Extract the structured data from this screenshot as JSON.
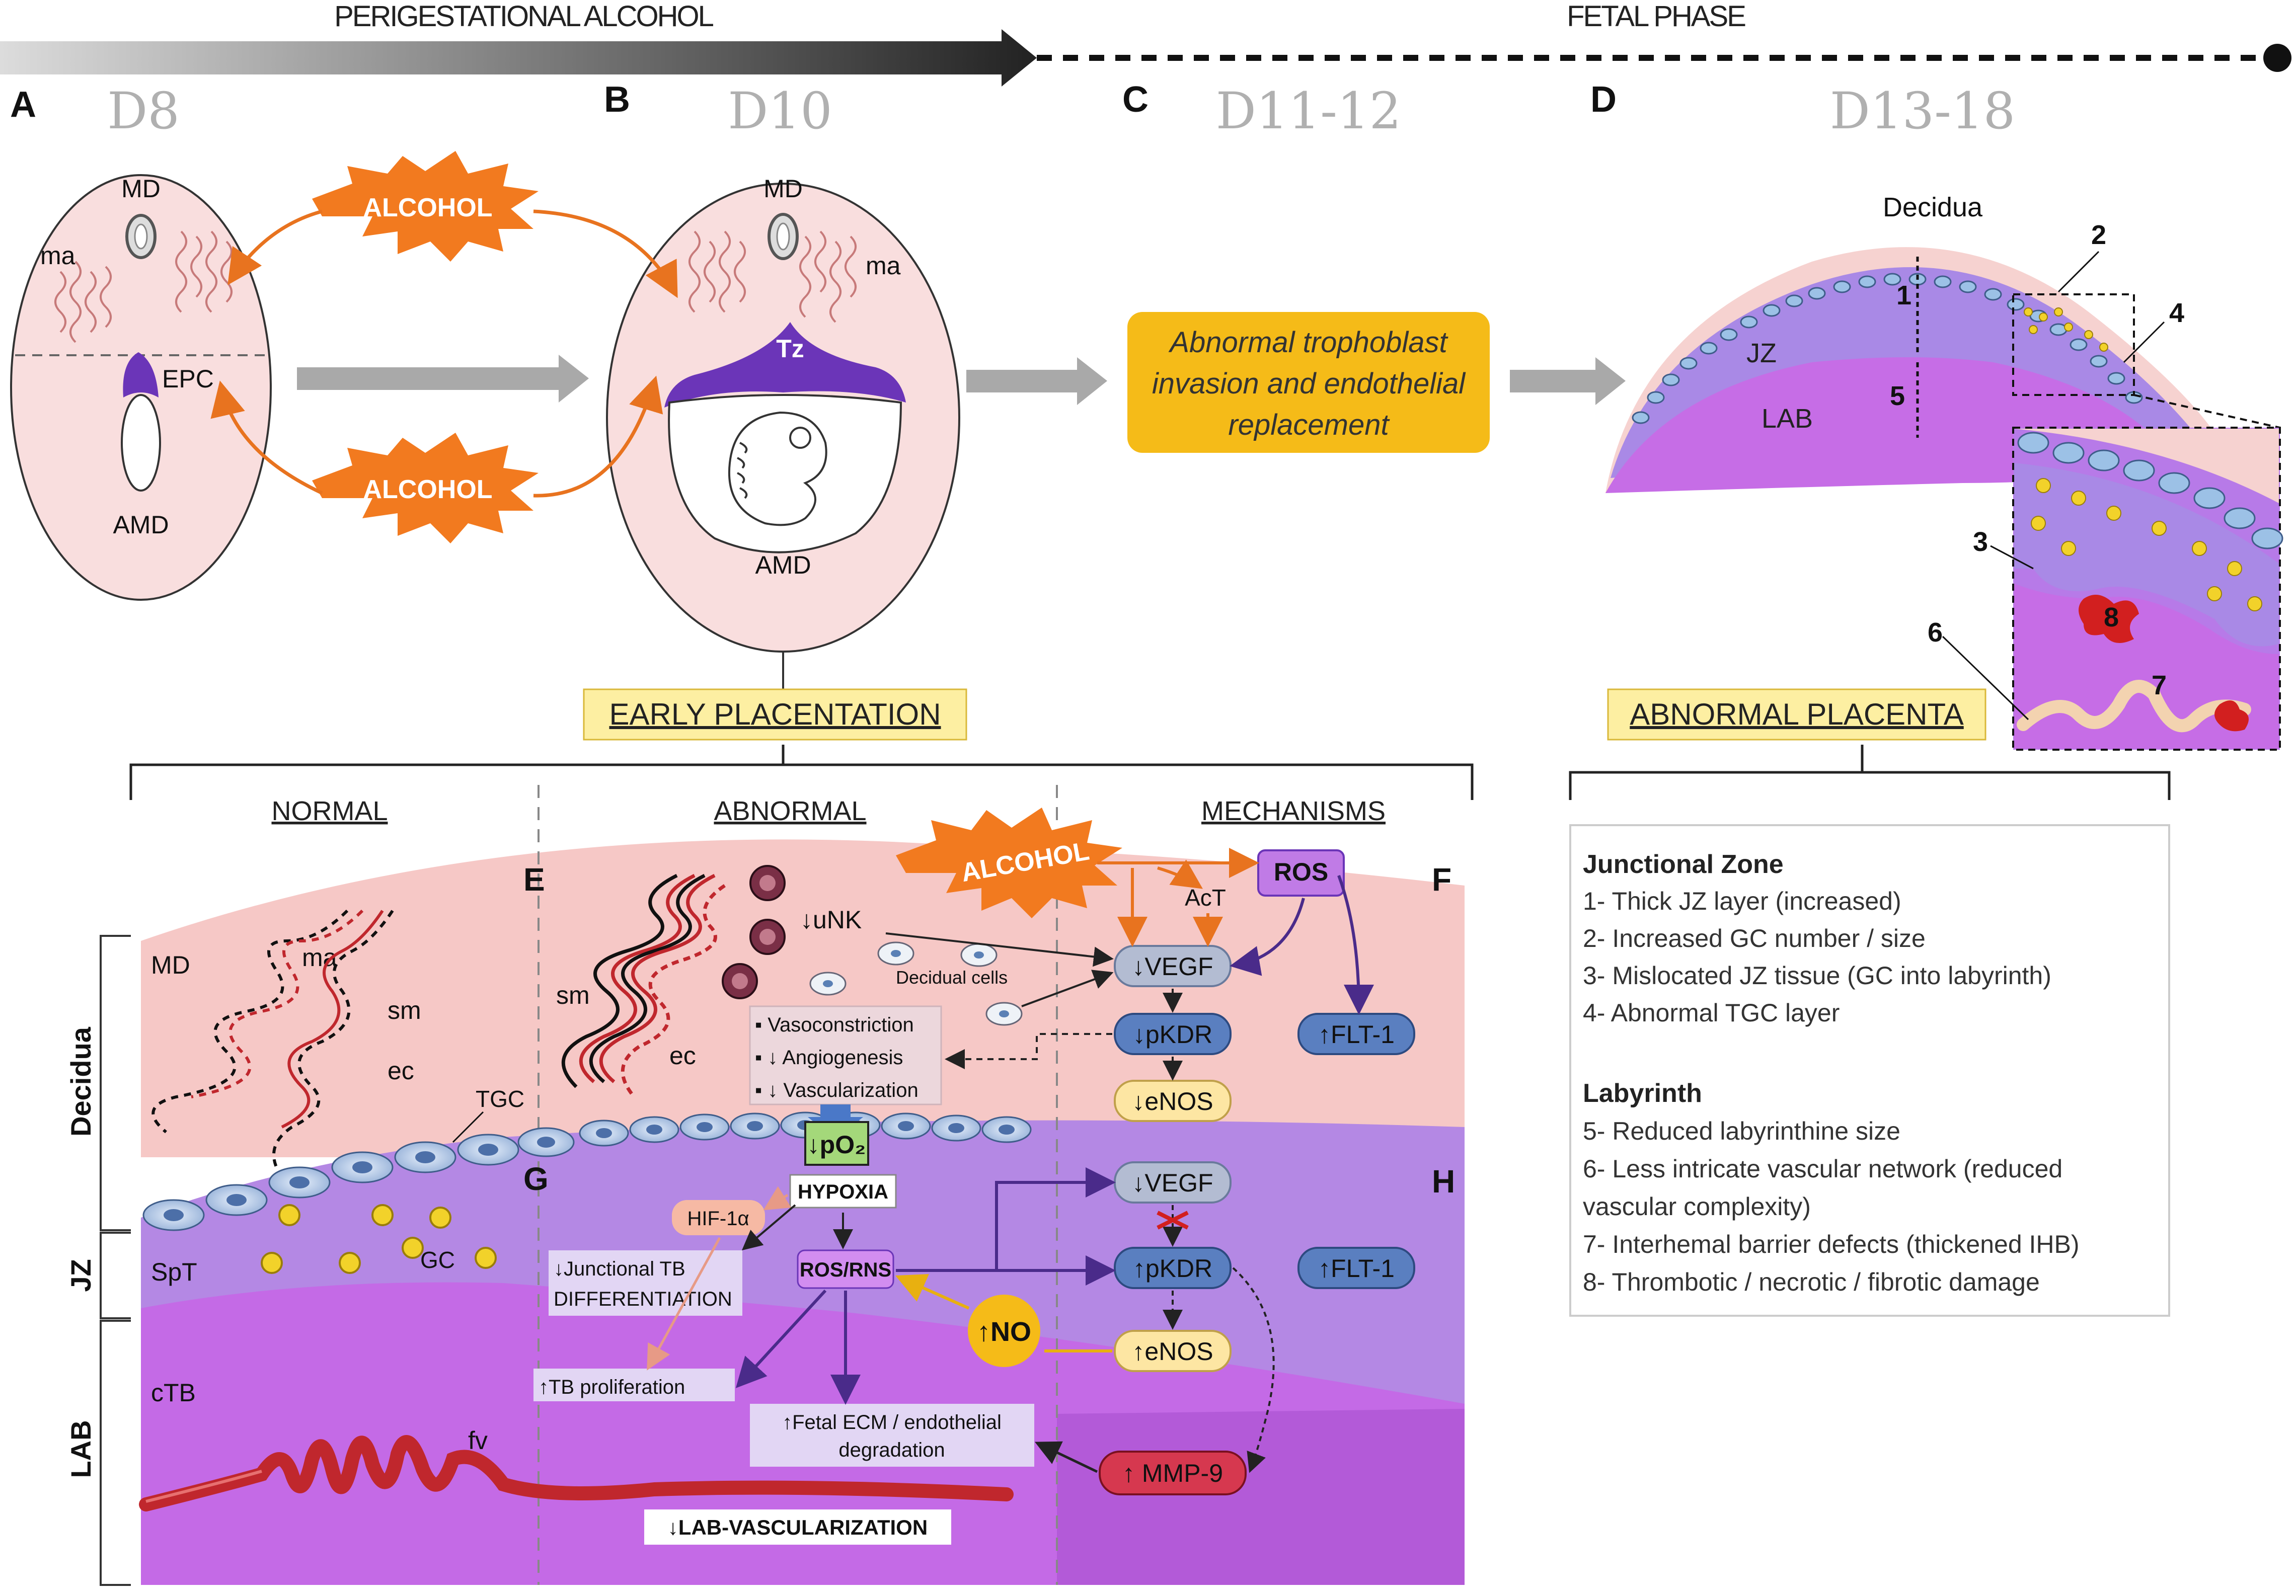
{
  "timeline": {
    "left_label": "PERIGESTATIONAL ALCOHOL",
    "right_label": "FETAL PHASE"
  },
  "panels": {
    "A": {
      "letter": "A",
      "day": "D8",
      "md": "MD",
      "ma": "ma",
      "epc": "EPC",
      "amd": "AMD"
    },
    "B": {
      "letter": "B",
      "day": "D10",
      "md": "MD",
      "ma": "ma",
      "tz": "Tz",
      "amd": "AMD"
    },
    "C": {
      "letter": "C",
      "day": "D11-12",
      "box_line1": "Abnormal trophoblast",
      "box_line2": "invasion and endothelial",
      "box_line3": "replacement"
    },
    "D": {
      "letter": "D",
      "day": "D13-18",
      "decidua": "Decidua",
      "jz": "JZ",
      "lab": "LAB",
      "n1": "1",
      "n2": "2",
      "n3": "3",
      "n4": "4",
      "n5": "5",
      "n6": "6",
      "n7": "7",
      "n8": "8"
    }
  },
  "alcohol_label": "ALCOHOL",
  "early_placentation": "EARLY PLACENTATION",
  "abnormal_placenta": "ABNORMAL PLACENTA",
  "columns": {
    "normal": "NORMAL",
    "abnormal": "ABNORMAL",
    "mechanisms": "MECHANISMS"
  },
  "letters": {
    "E": "E",
    "F": "F",
    "G": "G",
    "H": "H"
  },
  "side_labels": {
    "decidua": "Decidua",
    "jz": "JZ",
    "lab": "LAB"
  },
  "normal_panel": {
    "md": "MD",
    "ma": "ma",
    "sm": "sm",
    "ec": "ec",
    "tgc": "TGC",
    "spt": "SpT",
    "gc": "GC",
    "ctb": "cTB",
    "fv": "fv"
  },
  "abnormal_panel": {
    "sm": "sm",
    "ec": "ec",
    "unk": "↓uNK",
    "decidual_cells": "Decidual cells",
    "vaso1": "▪ Vasoconstriction",
    "vaso2": "▪ ↓ Angiogenesis",
    "vaso3": "▪ ↓ Vascularization",
    "po2": "↓pO₂",
    "hypoxia": "HYPOXIA",
    "hif": "HIF-1α",
    "jtb1": "↓Junctional TB",
    "jtb2": "DIFFERENTIATION",
    "rosrns": "ROS/RNS",
    "tbprolif": "↑TB proliferation",
    "ecm1": "↑Fetal ECM / endothelial",
    "ecm2": "degradation",
    "no": "↑NO",
    "labvasc": "↓LAB-VASCULARIZATION"
  },
  "mechanisms_panel": {
    "ros": "ROS",
    "act": "AcT",
    "vegf1": "↓VEGF",
    "pkdr1": "↓pKDR",
    "enos1": "↓eNOS",
    "flt1a": "↑FLT-1",
    "vegf2": "↓VEGF",
    "pkdr2": "↑pKDR",
    "enos2": "↑eNOS",
    "flt1b": "↑FLT-1",
    "mmp9": "↑ MMP-9"
  },
  "findings": {
    "jz_title": "Junctional Zone",
    "jz_items": [
      "1- Thick JZ layer (increased)",
      "2- Increased GC number / size",
      "3- Mislocated JZ tissue (GC into labyrinth)",
      "4- Abnormal TGC layer"
    ],
    "lab_title": "Labyrinth",
    "lab_items": [
      "5- Reduced labyrinthine size",
      "6- Less intricate vascular network (reduced",
      "vascular complexity)",
      "7- Interhemal barrier defects (thickened IHB)",
      "8- Thrombotic / necrotic / fibrotic damage"
    ]
  },
  "colors": {
    "decidua": "#f6c8c6",
    "jz": "#b488e4",
    "lab": "#c46ae6",
    "alcohol": "#f27a1f",
    "vegf": "#b3bcd2",
    "pkdr": "#5a7fc0",
    "enos": "#fde6a3",
    "ros": "#c07be6",
    "mmp9": "#d6384f",
    "c_box": "#f5bb18",
    "heading_box": "#fdefa2"
  }
}
